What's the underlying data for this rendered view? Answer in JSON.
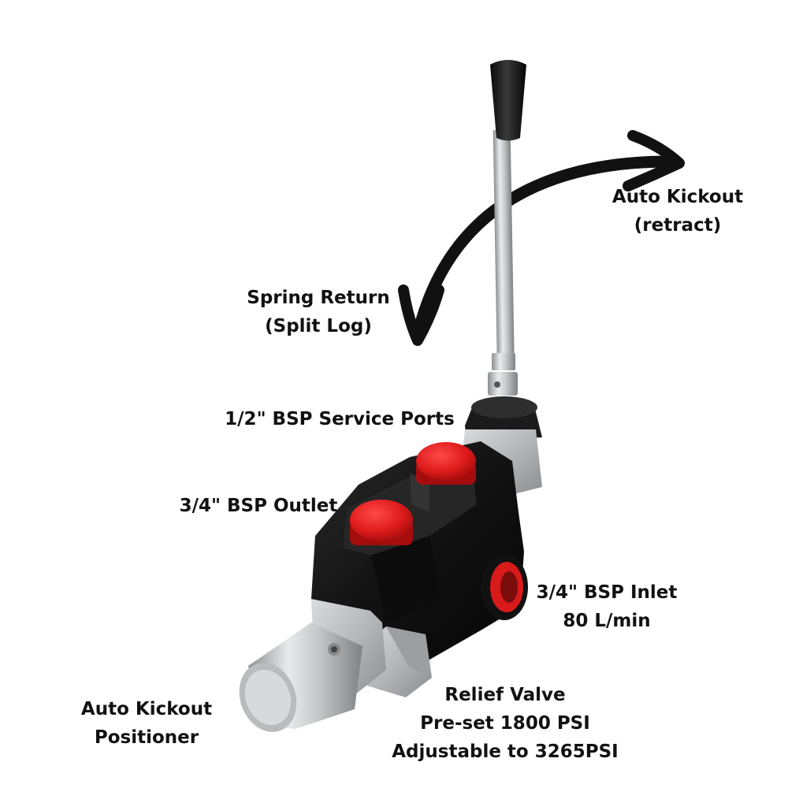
{
  "colors": {
    "background": "#ffffff",
    "text": "#111111",
    "arrow": "#111111",
    "valve_body": "#161616",
    "plug_red": "#e02020",
    "steel": "#c4c6c8",
    "knob": "#1a1a1a"
  },
  "icons": [
    "curved-double-arrow-icon"
  ],
  "labels": {
    "auto_kickout_retract": {
      "line1": "Auto Kickout",
      "line2": "(retract)"
    },
    "spring_return": {
      "line1": "Spring Return",
      "line2": "(Split Log)"
    },
    "service_ports": {
      "line1": "1/2\" BSP Service Ports"
    },
    "outlet": {
      "line1": "3/4\" BSP Outlet"
    },
    "inlet": {
      "line1": "3/4\" BSP Inlet",
      "line2": "80 L/min"
    },
    "relief_valve": {
      "line1": "Relief Valve",
      "line2": "Pre-set 1800 PSI",
      "line3": "Adjustable to 3265PSI"
    },
    "kickout_positioner": {
      "line1": "Auto Kickout",
      "line2": "Positioner"
    }
  }
}
